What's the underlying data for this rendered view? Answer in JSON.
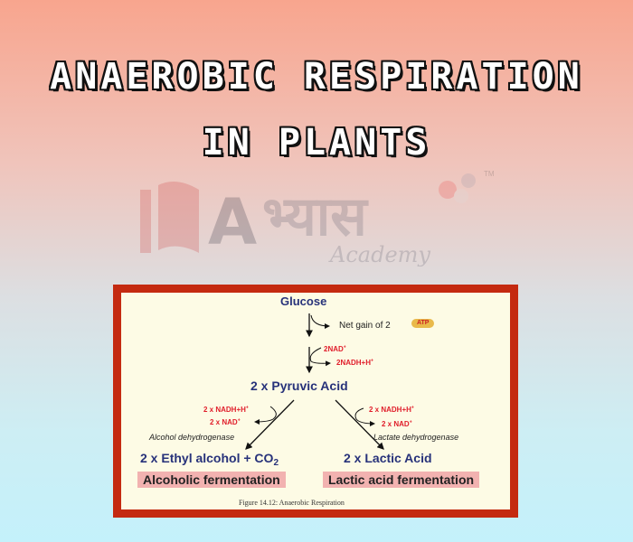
{
  "title": {
    "line1": "ANAEROBIC RESPIRATION",
    "line2": "IN PLANTS"
  },
  "watermark": {
    "text": "Abhyas Academy",
    "mark": "TM"
  },
  "diagram": {
    "glucose": "Glucose",
    "net_gain": "Net  gain of 2",
    "atp": "ATP",
    "nad_in": "2NAD",
    "nadh_out": "2NADH+H",
    "pyruvic": "2 x Pyruvic Acid",
    "left": {
      "nadh": "2 x NADH+H",
      "nad": "2 x NAD",
      "enzyme": "Alcohol dehydrogenase",
      "product": "2 x Ethyl alcohol + CO",
      "product_sub": "2",
      "label": "Alcoholic fermentation"
    },
    "right": {
      "nadh": "2 x NADH+H",
      "nad": "2 x NAD",
      "enzyme": "Lactate dehydrogenase",
      "product": "2 x Lactic Acid",
      "label": "Lactic acid fermentation"
    },
    "plus": "+",
    "caption": "Figure 14.12: Anaerobic Respiration"
  }
}
